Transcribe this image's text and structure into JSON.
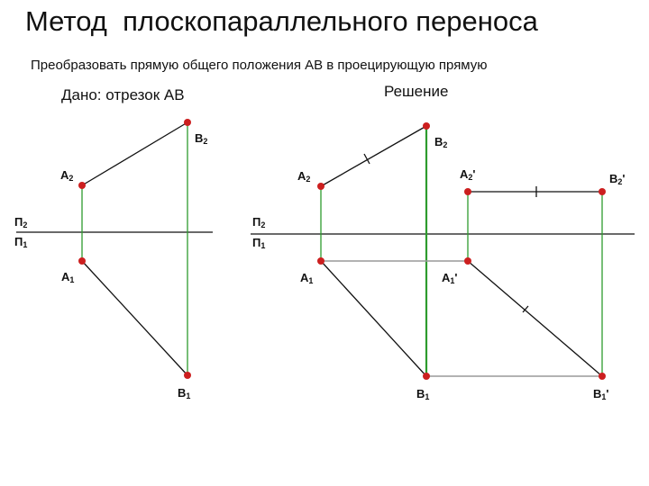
{
  "title": "Метод  плоскопараллельного переноса",
  "subtitle": "Преобразовать прямую общего положения АВ в проецирующую прямую",
  "given_caption": "Дано: отрезок АВ",
  "solution_caption": "Решение",
  "colors": {
    "point": "#cc1f1f",
    "link_line": "#2e9b2e",
    "segment": "#111111",
    "transfer_line": "#999999"
  },
  "labels": {
    "A2": "A",
    "A2_sub": "2",
    "B2": "B",
    "B2_sub": "2",
    "A1": "A",
    "A1_sub": "1",
    "B1": "B",
    "B1_sub": "1",
    "P2": "П",
    "P2_sub": "2",
    "P1": "П",
    "P1_sub": "1",
    "A2p": "A",
    "A2p_sub": "2",
    "A2p_mark": "'",
    "B2p": "B",
    "B2p_sub": "2",
    "B2p_mark": "'",
    "A1p": "A",
    "A1p_sub": "1",
    "A1p_mark": "'",
    "B1p": "B",
    "B1p_sub": "1",
    "B1p_mark": "'"
  }
}
